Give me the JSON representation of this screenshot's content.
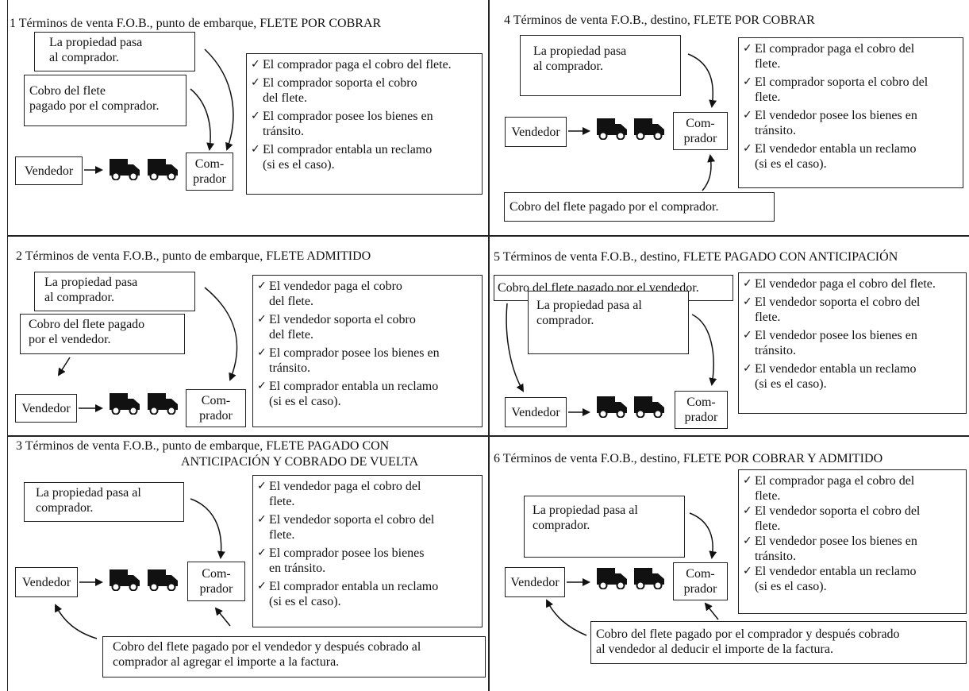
{
  "labels": {
    "seller": "Vendedor",
    "buyer_1": "Com-",
    "buyer_2": "prador"
  },
  "panels": [
    {
      "title": [
        "1  Términos de venta F.O.B., punto de embarque, FLETE POR COBRAR"
      ],
      "property_note": [
        "La propiedad pasa",
        "al comprador."
      ],
      "freight_note": [
        "Cobro del flete",
        "pagado por el comprador."
      ],
      "checklist": [
        [
          "El comprador paga el cobro del flete."
        ],
        [
          "El comprador soporta el cobro",
          "del flete."
        ],
        [
          "El comprador posee los bienes en",
          "tránsito."
        ],
        [
          "El comprador entabla un reclamo",
          "(si es el caso)."
        ]
      ]
    },
    {
      "title": [
        "2 Términos de venta F.O.B., punto de embarque, FLETE ADMITIDO"
      ],
      "property_note": [
        "La propiedad pasa",
        "al comprador."
      ],
      "freight_note": [
        "Cobro del flete pagado",
        "por el vendedor."
      ],
      "checklist": [
        [
          "El vendedor paga el cobro",
          "del flete."
        ],
        [
          "El vendedor soporta el cobro",
          "del flete."
        ],
        [
          "El comprador posee los bienes en",
          "tránsito."
        ],
        [
          "El comprador entabla un reclamo",
          "(si es el caso)."
        ]
      ]
    },
    {
      "title": [
        "3 Términos de venta F.O.B., punto de embarque, FLETE PAGADO CON",
        "ANTICIPACIÓN Y COBRADO DE VUELTA"
      ],
      "property_note": [
        "La propiedad pasa al",
        "comprador."
      ],
      "freight_note": [
        "Cobro del flete pagado por el vendedor y después cobrado al",
        "comprador al agregar el importe a la factura."
      ],
      "checklist": [
        [
          "El vendedor paga el cobro del",
          "flete."
        ],
        [
          "El vendedor soporta el cobro del",
          "flete."
        ],
        [
          "El comprador posee los bienes",
          "en tránsito."
        ],
        [
          "El comprador entabla un reclamo",
          "(si es el caso)."
        ]
      ]
    },
    {
      "title": [
        "4 Términos de venta F.O.B., destino, FLETE POR COBRAR"
      ],
      "property_note": [
        "La propiedad pasa",
        "al comprador."
      ],
      "freight_note": [
        "Cobro del flete pagado por el comprador."
      ],
      "checklist": [
        [
          "El comprador paga el cobro del",
          "flete."
        ],
        [
          "El comprador soporta el cobro del",
          "flete."
        ],
        [
          "El vendedor posee los bienes en",
          "tránsito."
        ],
        [
          "El vendedor entabla un reclamo",
          "(si es el caso)."
        ]
      ]
    },
    {
      "title": [
        "5 Términos de venta F.O.B., destino, FLETE PAGADO CON ANTICIPACIÓN"
      ],
      "property_note": [
        "La propiedad pasa al",
        "comprador."
      ],
      "freight_note": [
        "Cobro del flete pagado por el vendedor."
      ],
      "checklist": [
        [
          "El vendedor paga el cobro del flete."
        ],
        [
          "El vendedor soporta el cobro del",
          "flete."
        ],
        [
          "El vendedor posee los bienes en",
          "tránsito."
        ],
        [
          "El vendedor entabla un reclamo",
          "(si es el caso)."
        ]
      ]
    },
    {
      "title": [
        "6 Términos de venta F.O.B., destino, FLETE POR COBRAR Y ADMITIDO"
      ],
      "property_note": [
        "La propiedad pasa al",
        "comprador."
      ],
      "freight_note": [
        "Cobro del flete pagado por el comprador y después cobrado",
        "al vendedor al deducir el importe de la factura."
      ],
      "checklist": [
        [
          "El comprador paga el cobro del",
          "flete."
        ],
        [
          "El vendedor soporta el cobro del",
          "flete."
        ],
        [
          "El vendedor posee los bienes en",
          "tránsito."
        ],
        [
          "El vendedor entabla un reclamo",
          "(si es el caso)."
        ]
      ]
    }
  ]
}
